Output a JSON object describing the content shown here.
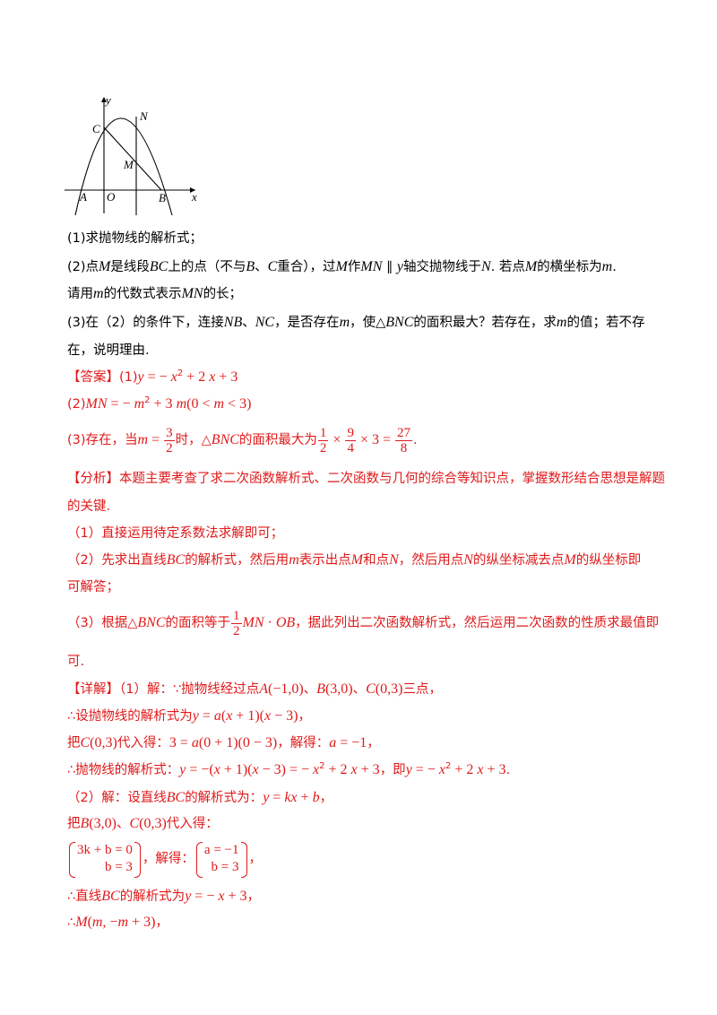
{
  "figure": {
    "labels": {
      "y": "y",
      "x": "x",
      "C": "C",
      "N": "N",
      "M": "M",
      "A": "A",
      "O": "O",
      "B": "B"
    }
  },
  "q1": "(1)求抛物线的解析式；",
  "q2": {
    "a": "(2)点",
    "M": "M",
    "b": "是线段",
    "BC": "BC",
    "c": "上的点（不与",
    "B": "B",
    "d": "、",
    "C": "C",
    "e": "重合），过",
    "M2": "M",
    "f": "作",
    "MN": "MN",
    "par": " ∥ ",
    "y": "y",
    "g": "轴交抛物线于",
    "N": "N",
    "h": ". 若点",
    "M3": "M",
    "i": "的横坐标为",
    "m": "m",
    "j": "."
  },
  "q2b": {
    "a": "请用",
    "m": "m",
    "b": "的代数式表示",
    "MN": "MN",
    "c": "的长；"
  },
  "q3": {
    "a": "(3)在（2）的条件下，连接",
    "NB": "NB",
    "b": "、",
    "NC": "NC",
    "c": "，是否存在",
    "m": "m",
    "d": "，使△",
    "BNC": "BNC",
    "e": "的面积最大？若存在，求",
    "m2": "m",
    "f": "的值；若不存"
  },
  "q3b": "在，说明理由.",
  "ans1": {
    "tag": "【答案】",
    "num": "(1)",
    "y": "y",
    "eq": " = − ",
    "x": "x",
    "sup": "2",
    "rest": " + 2 ",
    "x2": "x",
    "tail": " + 3"
  },
  "ans2": {
    "num": "(2)",
    "MN": "MN",
    "eq": " = − ",
    "m": "m",
    "sup": "2",
    "rest": " + 3 ",
    "m2": "m",
    "paren": "(0 < ",
    "m3": "m",
    "tail": " < 3)"
  },
  "ans3": {
    "a": "(3)存在，当",
    "m": "m",
    "eq": " = ",
    "f1n": "3",
    "f1d": "2",
    "b": "时，△",
    "BNC": "BNC",
    "c": "的面积最大为",
    "f2n": "1",
    "f2d": "2",
    "times1": " × ",
    "f3n": "9",
    "f3d": "4",
    "times2": " × 3 = ",
    "f4n": "27",
    "f4d": "8",
    "end": "."
  },
  "analysis1": {
    "tag": "【分析】",
    "text": "本题主要考查了求二次函数解析式、二次函数与几何的综合等知识点，掌握数形结合思想是解题"
  },
  "analysis2": "的关键.",
  "analysis3": "（1）直接运用待定系数法求解即可；",
  "analysis4": {
    "a": "（2）先求出直线",
    "BC": "BC",
    "b": "的解析式，然后用",
    "m": "m",
    "c": "表示出点",
    "M": "M",
    "d": "和点",
    "N": "N",
    "e": "，然后用点",
    "N2": "N",
    "f": "的纵坐标减去点",
    "M2": "M",
    "g": "的纵坐标即"
  },
  "analysis5": "可解答；",
  "analysis6": {
    "a": "（3）根据△",
    "BNC": "BNC",
    "b": "的面积等于",
    "fn": "1",
    "fd": "2",
    "MN": "MN",
    "dot": " · ",
    "OB": "OB",
    "c": "，据此列出二次函数解析式，然后运用二次函数的性质求最值即"
  },
  "analysis7": "可.",
  "detail1": {
    "tag": "【详解】",
    "a": "（1）解：∵抛物线经过点",
    "A": "A",
    "Av": "(−1,0)",
    "s1": "、",
    "B": "B",
    "Bv": "(3,0)",
    "s2": "、",
    "C": "C",
    "Cv": "(0,3)",
    "b": "三点，"
  },
  "detail2": {
    "a": "∴设抛物线的解析式为",
    "y": "y",
    "eq": " = ",
    "av": "a",
    "p1": "(",
    "x": "x",
    "p2": " + 1)(",
    "x2": "x",
    "p3": " − 3)",
    "end": "，"
  },
  "detail3": {
    "a": "把",
    "C": "C",
    "Cv": "(0,3)",
    "b": "代入得：",
    "eq1": "3 = ",
    "av": "a",
    "eq2": "(0 + 1)(0 − 3)",
    "c": "，解得：",
    "a2": "a",
    "eq3": " = −1",
    "end": "，"
  },
  "detail4": {
    "a": "∴抛物线的解析式：",
    "y": "y",
    "e1": " = −(",
    "x": "x",
    "e2": " + 1)(",
    "x2": "x",
    "e3": " − 3) = − ",
    "x3": "x",
    "sup": "2",
    "e4": " + 2 ",
    "x4": "x",
    "e5": " + 3",
    "b": "，即",
    "y2": "y",
    "e6": " = − ",
    "x5": "x",
    "sup2": "2",
    "e7": " + 2 ",
    "x6": "x",
    "e8": " + 3",
    "end": "."
  },
  "detail5": {
    "a": "（2）解：设直线",
    "BC": "BC",
    "b": "的解析式为：",
    "y": "y",
    "eq": " = ",
    "k": "kx",
    "plus": " + ",
    "bb": "b",
    "end": "，"
  },
  "detail6": {
    "a": "把",
    "B": "B",
    "Bv": "(3,0)",
    "s": "、",
    "C": "C",
    "Cv": "(0,3)",
    "b": "代入得："
  },
  "detail7": {
    "sys1a": "3k + b = 0",
    "sys1b": "b = 3",
    "mid": "，解得：",
    "sys2a": "a = −1",
    "sys2b": "b = 3",
    "end": "，"
  },
  "detail8": {
    "a": "∴直线",
    "BC": "BC",
    "b": "的解析式为",
    "y": "y",
    "eq": " = − ",
    "x": "x",
    "tail": " + 3",
    "end": "，"
  },
  "detail9": {
    "a": "∴",
    "M": "M",
    "p1": "(",
    "m": "m",
    "p2": ", −",
    "m2": "m",
    "p3": " + 3)",
    "end": "，"
  }
}
